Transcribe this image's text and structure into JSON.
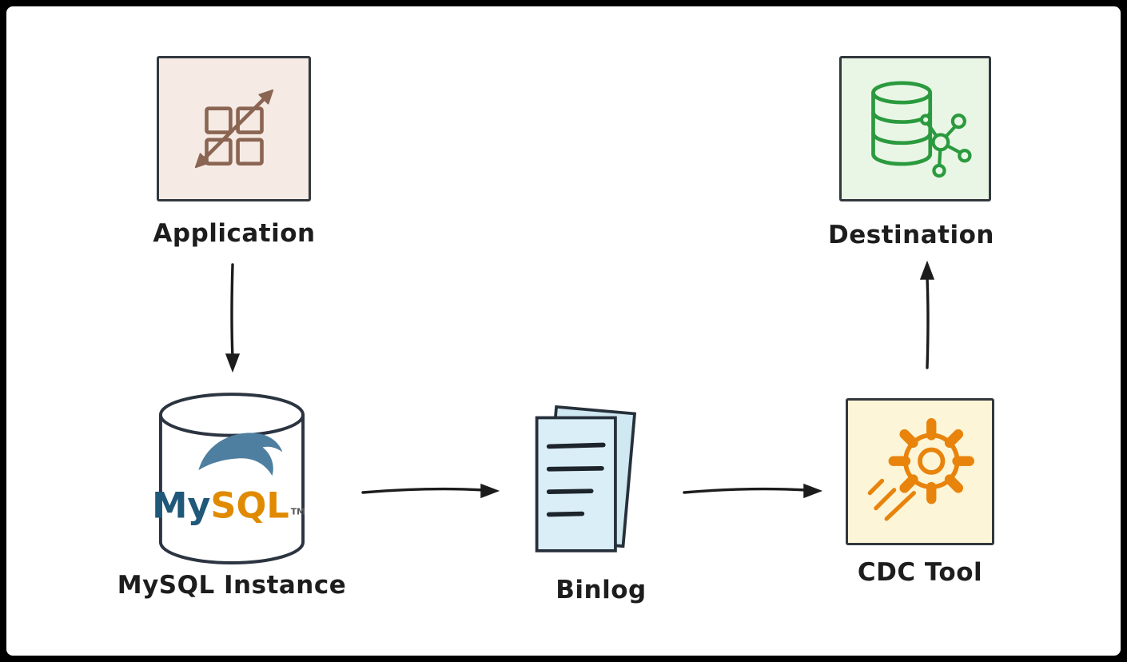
{
  "diagram": {
    "nodes": {
      "application": {
        "label": "Application"
      },
      "mysql_instance": {
        "label": "MySQL Instance",
        "logo_my": "My",
        "logo_sql": "SQL",
        "logo_tm": "TM"
      },
      "binlog": {
        "label": "Binlog"
      },
      "cdc_tool": {
        "label": "CDC Tool"
      },
      "destination": {
        "label": "Destination"
      }
    },
    "edges": [
      {
        "from": "Application",
        "to": "MySQL Instance",
        "direction": "down"
      },
      {
        "from": "MySQL Instance",
        "to": "Binlog",
        "direction": "right"
      },
      {
        "from": "Binlog",
        "to": "CDC Tool",
        "direction": "right"
      },
      {
        "from": "CDC Tool",
        "to": "Destination",
        "direction": "up"
      }
    ],
    "colors": {
      "frame_bg": "#000000",
      "canvas_bg": "#ffffff",
      "outline": "#33383d",
      "arrow": "#1c1c1c",
      "application_box_fill": "#f6eae5",
      "application_icon": "#8a6552",
      "mysql_my": "#1f5878",
      "mysql_sql": "#e08a00",
      "mysql_dolphin": "#4e7fa0",
      "binlog_page_fill": "#d9eef6",
      "binlog_back_page_fill": "#cfe8f2",
      "cdc_box_fill": "#fdf5d7",
      "cdc_icon": "#e8830c",
      "destination_box_fill": "#e9f6e6",
      "destination_icon": "#2b9a3e"
    }
  }
}
